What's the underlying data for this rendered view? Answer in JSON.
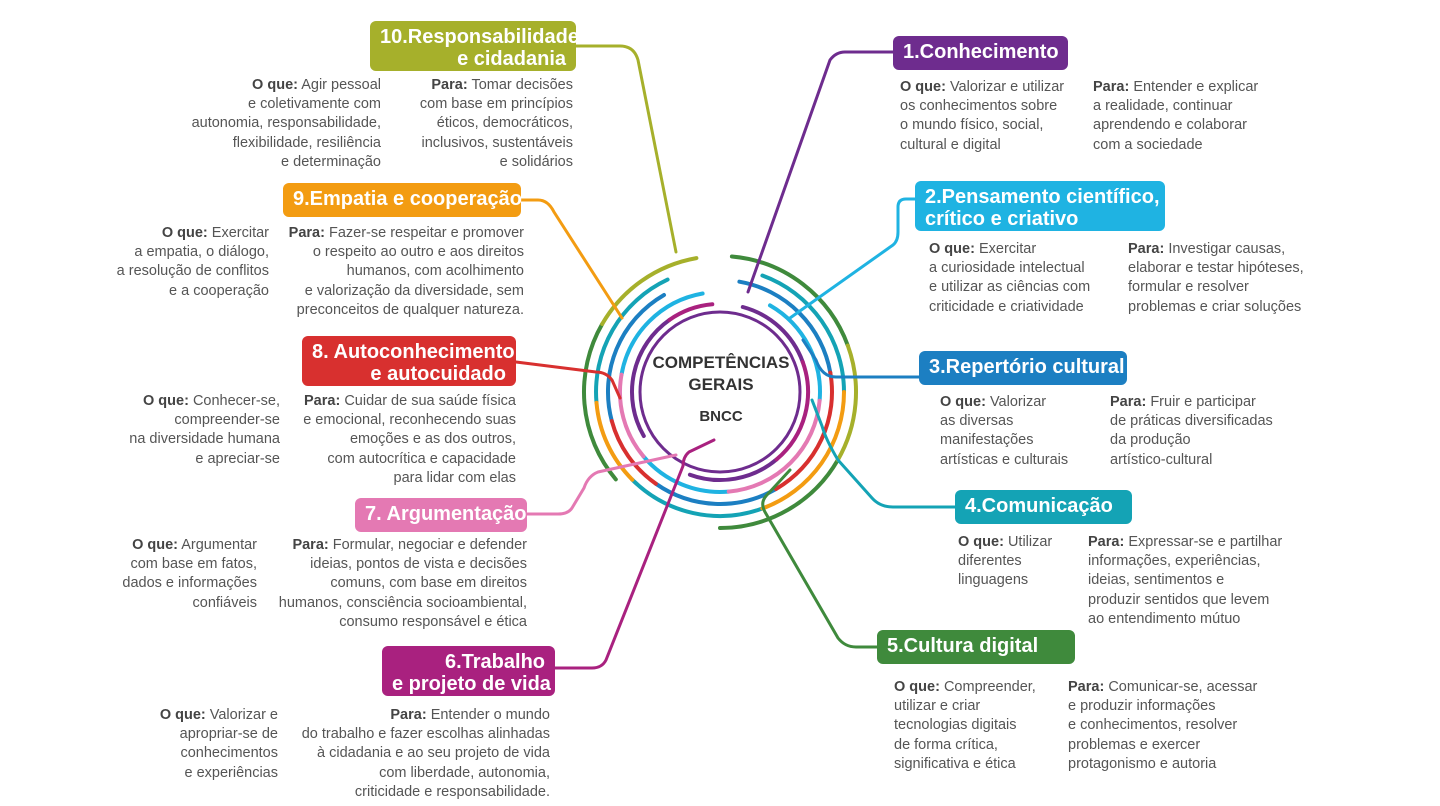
{
  "center": {
    "title_line1": "COMPETÊNCIAS",
    "title_line2": "GERAIS",
    "subtitle": "BNCC"
  },
  "competencias": [
    {
      "id": 1,
      "color": "#6e2c8e",
      "title": [
        "1.Conhecimento"
      ],
      "oque_label": "O que:",
      "oque": [
        "Valorizar e utilizar",
        "os conhecimentos sobre",
        "o mundo físico, social,",
        "cultural e digital"
      ],
      "para_label": "Para:",
      "para": [
        "Entender e explicar",
        "a realidade, continuar",
        "aprendendo e colaborar",
        "com a sociedade"
      ]
    },
    {
      "id": 2,
      "color": "#1fb3e2",
      "title": [
        "2.Pensamento científico,",
        "crítico e criativo"
      ],
      "oque_label": "O que:",
      "oque": [
        "Exercitar",
        "a curiosidade intelectual",
        "e utilizar as ciências com",
        "criticidade e criatividade"
      ],
      "para_label": "Para:",
      "para": [
        "Investigar causas,",
        "elaborar e testar hipóteses,",
        "formular e resolver",
        "problemas e criar soluções"
      ]
    },
    {
      "id": 3,
      "color": "#1c7fc2",
      "title": [
        "3.Repertório cultural"
      ],
      "oque_label": "O que:",
      "oque": [
        "Valorizar",
        "as diversas",
        "manifestações",
        "artísticas e culturais"
      ],
      "para_label": "Para:",
      "para": [
        "Fruir e participar",
        "de práticas diversificadas",
        "da produção",
        "artístico-cultural"
      ]
    },
    {
      "id": 4,
      "color": "#14a3b5",
      "title": [
        "4.Comunicação"
      ],
      "oque_label": "O que:",
      "oque": [
        "Utilizar",
        "diferentes",
        "linguagens"
      ],
      "para_label": "Para:",
      "para": [
        "Expressar-se e partilhar",
        "informações, experiências,",
        "ideias, sentimentos e",
        "produzir sentidos que levem",
        "ao entendimento mútuo"
      ]
    },
    {
      "id": 5,
      "color": "#3f8a3c",
      "title": [
        "5.Cultura digital"
      ],
      "oque_label": "O que:",
      "oque": [
        "Compreender,",
        "utilizar e criar",
        "tecnologias digitais",
        "de forma crítica,",
        "significativa e ética"
      ],
      "para_label": "Para:",
      "para": [
        "Comunicar-se, acessar",
        "e produzir informações",
        "e conhecimentos, resolver",
        "problemas e exercer",
        "protagonismo e autoria"
      ]
    },
    {
      "id": 6,
      "color": "#a9217f",
      "title": [
        "6.Trabalho",
        "e projeto de vida"
      ],
      "oque_label": "O que:",
      "oque": [
        "Valorizar e",
        "apropriar-se de",
        "conhecimentos",
        "e experiências"
      ],
      "para_label": "Para:",
      "para": [
        "Entender o mundo",
        "do trabalho e fazer escolhas alinhadas",
        "à cidadania e ao seu projeto de vida",
        "com liberdade, autonomia,",
        "criticidade e responsabilidade."
      ]
    },
    {
      "id": 7,
      "color": "#e479b3",
      "title": [
        "7. Argumentação"
      ],
      "oque_label": "O que:",
      "oque": [
        "Argumentar",
        "com base em fatos,",
        "dados e informações",
        "confiáveis"
      ],
      "para_label": "Para:",
      "para": [
        "Formular, negociar e defender",
        "ideias, pontos de vista e decisões",
        "comuns, com base em direitos",
        "humanos, consciência socioambiental,",
        "consumo responsável e ética"
      ]
    },
    {
      "id": 8,
      "color": "#d8302f",
      "title": [
        "8. Autoconhecimento",
        "e autocuidado"
      ],
      "oque_label": "O que:",
      "oque": [
        "Conhecer-se,",
        "compreender-se",
        "na diversidade humana",
        "e apreciar-se"
      ],
      "para_label": "Para:",
      "para": [
        "Cuidar de sua saúde física",
        "e emocional, reconhecendo suas",
        "emoções e as dos outros,",
        "com autocrítica e capacidade",
        "para lidar com elas"
      ]
    },
    {
      "id": 9,
      "color": "#f39c12",
      "title": [
        "9.Empatia e cooperação"
      ],
      "oque_label": "O que:",
      "oque": [
        "Exercitar",
        "a empatia, o diálogo,",
        "a resolução de conflitos",
        "e a cooperação"
      ],
      "para_label": "Para:",
      "para": [
        "Fazer-se respeitar e promover",
        "o respeito ao outro e aos direitos",
        "humanos, com acolhimento",
        "e valorização da  diversidade, sem",
        "preconceitos de qualquer natureza."
      ]
    },
    {
      "id": 10,
      "color": "#a6b02b",
      "title": [
        "10.Responsabilidade",
        "e cidadania"
      ],
      "oque_label": "O que:",
      "oque": [
        "Agir pessoal",
        "e coletivamente com",
        "autonomia, responsabilidade,",
        "flexibilidade, resiliência",
        "e determinação"
      ],
      "para_label": "Para:",
      "para": [
        "Tomar decisões",
        "com base em princípios",
        "éticos, democráticos,",
        "inclusivos, sustentáveis",
        "e solidários"
      ]
    }
  ]
}
